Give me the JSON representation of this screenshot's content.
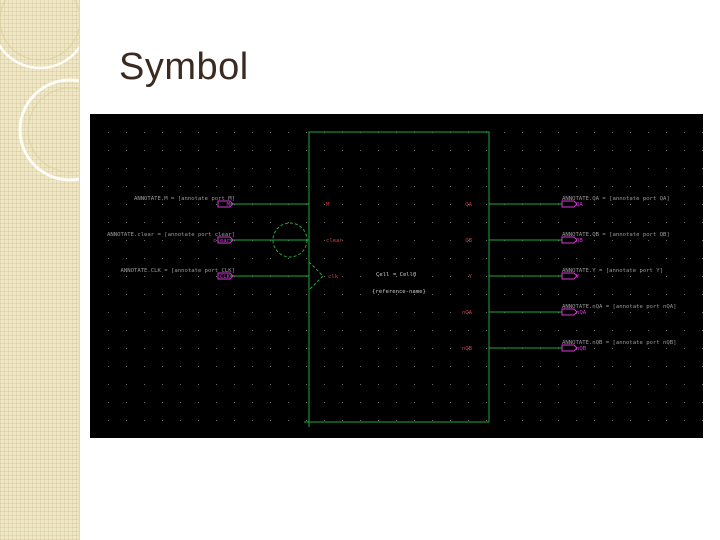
{
  "slide": {
    "title": "Symbol"
  },
  "schematic": {
    "colors": {
      "background": "#000000",
      "wire": "#1fa83a",
      "pin_label": "#d13b3b",
      "net_label": "#d43ad4",
      "annotation": "#9a9a9a"
    },
    "annotations": {
      "left": [
        {
          "text": "ANNOTATE.M = [annotate port M]",
          "net": "M"
        },
        {
          "text": "ANNOTATE.clear = [annotate port clear]",
          "net": "clear"
        },
        {
          "text": "ANNOTATE.CLK = [annotate port CLK]",
          "net": "CLK"
        }
      ],
      "right": [
        {
          "text": "ANNOTATE.QA = [annotate port QA]",
          "net": "QA"
        },
        {
          "text": "ANNOTATE.QB = [annotate port QB]",
          "net": "QB"
        },
        {
          "text": "ANNOTATE.Y = [annotate port Y]",
          "net": "Y"
        },
        {
          "text": "ANNOTATE.nQA = [annotate port nQA]",
          "net": "nQA"
        },
        {
          "text": "ANNOTATE.nQB = [annotate port nQB]",
          "net": "nQB"
        }
      ]
    },
    "symbol_pins": {
      "left": [
        "M",
        "clear",
        "clk"
      ],
      "right": [
        "QA",
        "QB",
        "Y",
        "nQA",
        "nQB"
      ]
    },
    "cell": {
      "name": "Cell = Cell0",
      "reference": "{reference-name}"
    }
  }
}
